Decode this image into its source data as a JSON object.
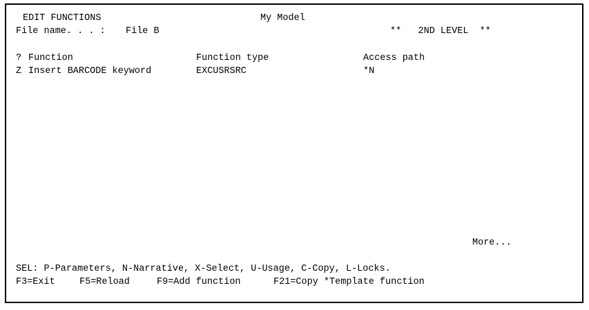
{
  "header": {
    "title": "EDIT FUNCTIONS",
    "model": "My Model",
    "file_label": "File name. . . :",
    "file_value": "File B",
    "level_text": "**   2ND LEVEL  **"
  },
  "table": {
    "columns": {
      "sel": "?",
      "function": "Function",
      "function_type": "Function type",
      "access_path": "Access path"
    },
    "rows": [
      {
        "sel": "Z",
        "function": "Insert BARCODE keyword",
        "function_type": "EXCUSRSRC",
        "access_path": "*N"
      }
    ]
  },
  "more_indicator": "More...",
  "footer": {
    "sel_options": "SEL: P-Parameters, N-Narrative, X-Select, U-Usage, C-Copy, L-Locks.",
    "function_keys": [
      "F3=Exit",
      "F5=Reload",
      "F9=Add function",
      "F21=Copy *Template function"
    ]
  }
}
